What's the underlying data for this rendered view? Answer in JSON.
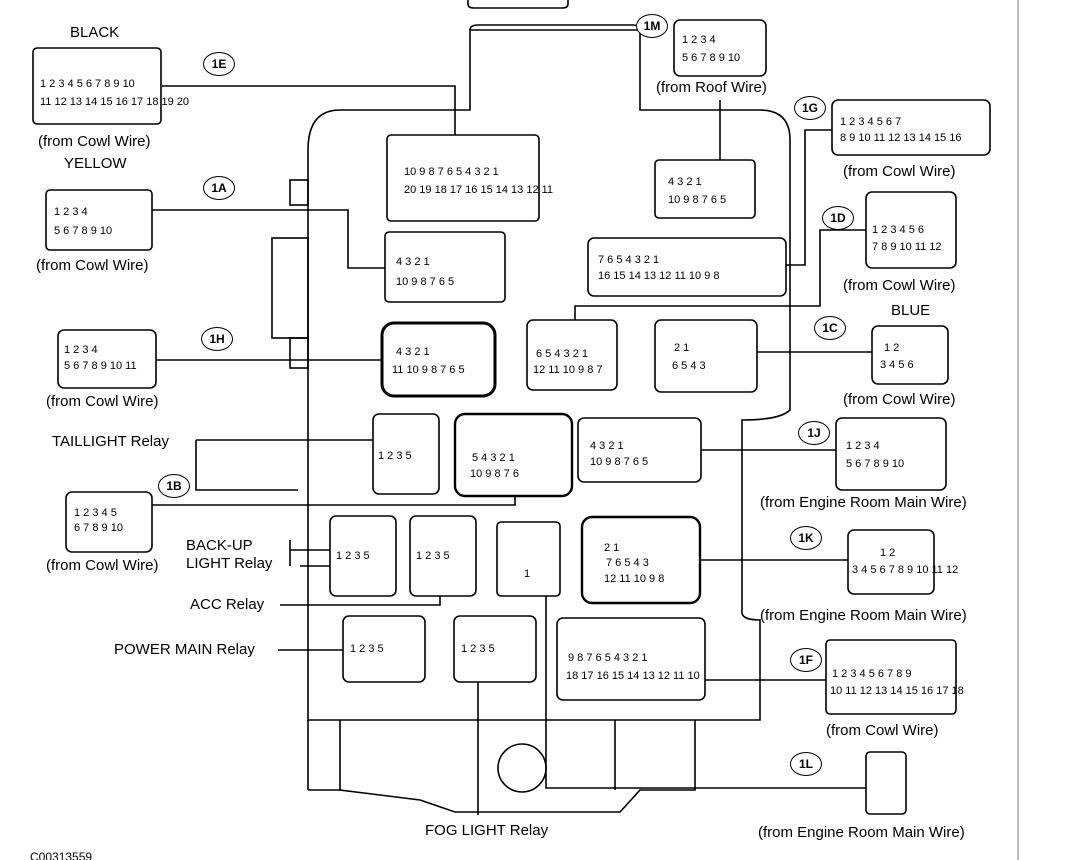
{
  "diagram": {
    "footer_code": "C00313559",
    "connectors": [
      {
        "id": "1E",
        "color": "BLACK",
        "source": "(from Cowl Wire)"
      },
      {
        "id": "1A",
        "color": "YELLOW",
        "source": "(from Cowl Wire)"
      },
      {
        "id": "1H",
        "source": "(from Cowl Wire)"
      },
      {
        "id": "1B",
        "source": "(from Cowl Wire)"
      },
      {
        "id": "1M",
        "source": "(from Roof Wire)"
      },
      {
        "id": "1G",
        "source": "(from Cowl Wire)"
      },
      {
        "id": "1D",
        "source": "(from Cowl Wire)"
      },
      {
        "id": "1C",
        "color": "BLUE",
        "source": "(from Cowl Wire)"
      },
      {
        "id": "1J",
        "source": "(from Engine Room Main Wire)"
      },
      {
        "id": "1K",
        "source": "(from Engine Room Main Wire)"
      },
      {
        "id": "1F",
        "source": "(from Cowl Wire)"
      },
      {
        "id": "1L",
        "source": "(from Engine Room Main Wire)"
      }
    ],
    "relays": {
      "taillight": "TAILLIGHT Relay",
      "backup_line1": "BACK-UP",
      "backup_line2": "LIGHT Relay",
      "acc": "ACC Relay",
      "power_main": "POWER MAIN Relay",
      "fog_light": "FOG LIGHT Relay"
    },
    "pins": {
      "e_top": "1 2 3 4 5 6 7 8 9 10",
      "e_bot": "11 12 13 14 15 16 17 18 19 20",
      "a_top": "1 2 3 4",
      "a_bot": "5 6 7 8 9 10",
      "h_top": "1 2 3 4",
      "h_bot": "5 6 7 8 9 10 11",
      "b_top": "1 2 3 4 5",
      "b_bot": "6 7 8 9 10",
      "m_top": "1 2 3 4",
      "m_bot": "5 6 7 8 9 10",
      "g_top": "1 2 3 4 5 6 7",
      "g_bot": "8 9 10 11 12 13 14 15 16",
      "d_top": "1 2 3 4 5 6",
      "d_bot": "7 8 9 10 11 12",
      "c_top": "1 2",
      "c_bot": "3 4 5 6",
      "j_top": "1 2 3 4",
      "j_bot": "5 6 7 8 9 10",
      "k_top": "1 2",
      "k_bot": "3 4 5 6 7 8 9 10 11 12",
      "f_top": "1 2 3 4 5 6 7 8 9",
      "f_bot": "10 11 12 13 14 15 16 17 18",
      "box_e_top": "10 9 8 7 6 5 4 3 2 1",
      "box_e_bot": "20 19 18 17 16 15 14 13 12 11",
      "box_a_top": "4 3 2 1",
      "box_a_bot": "10 9 8 7 6 5",
      "box_m_top": "4 3 2 1",
      "box_m_bot": "10 9 8 7 6 5",
      "box_g_top": "7 6 5 4 3 2 1",
      "box_g_bot": "16 15 14 13 12 11 10 9 8",
      "box_h_top": "4 3 2 1",
      "box_h_bot": "11 10 9 8 7 6 5",
      "box_d_top": "6 5 4 3 2 1",
      "box_d_bot": "12 11 10 9 8 7",
      "box_c_top": "2 1",
      "box_c_bot": "6 5 4 3",
      "box_b_top": "5 4 3 2 1",
      "box_b_bot": "10 9 8 7 6",
      "box_j_top": "4 3 2 1",
      "box_j_bot": "10 9 8 7 6 5",
      "box_k_top": "2 1",
      "box_k_mid": "7 6 5 4 3",
      "box_k_bot": "12 11 10 9 8",
      "box_f_top": "9 8 7 6 5 4 3 2 1",
      "box_f_bot": "18 17 16 15 14 13 12 11 10",
      "relay_pins": "1 2 3 5",
      "box_l": "1"
    }
  }
}
